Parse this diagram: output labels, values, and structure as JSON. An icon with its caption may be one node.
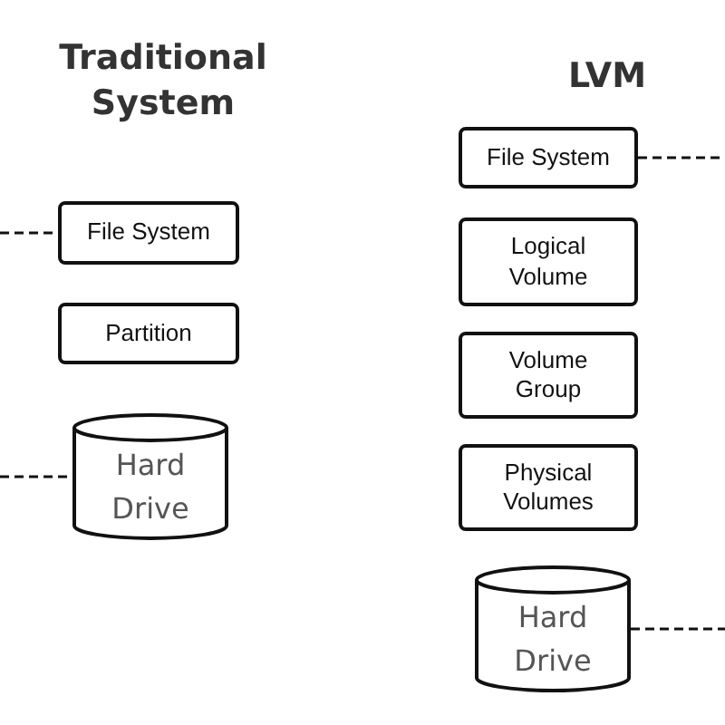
{
  "diagram": {
    "nodes": [
      {
        "text": [
          "File System"
        ]
      },
      {
        "text": [
          "Partition"
        ]
      },
      {
        "text": [
          "Hard Drive"
        ]
      },
      {
        "text": [
          "File System"
        ]
      },
      {
        "text": [
          "Logical Volume"
        ]
      },
      {
        "text": [
          "Volume Group"
        ]
      },
      {
        "text": [
          "Physical Volumes"
        ]
      },
      {
        "text": [
          "Hard Drive"
        ]
      }
    ],
    "edges": [
      {
        "from": null,
        "to": 0,
        "arrow": "none",
        "style": "dashed"
      },
      {
        "from": null,
        "to": 2,
        "arrow": "none",
        "style": "dashed"
      },
      {
        "from": 3,
        "to": null,
        "arrow": "none",
        "style": "dashed"
      },
      {
        "from": 7,
        "to": null,
        "arrow": "none",
        "style": "dashed"
      }
    ],
    "labels": [
      "Traditional System",
      "LVM"
    ]
  }
}
